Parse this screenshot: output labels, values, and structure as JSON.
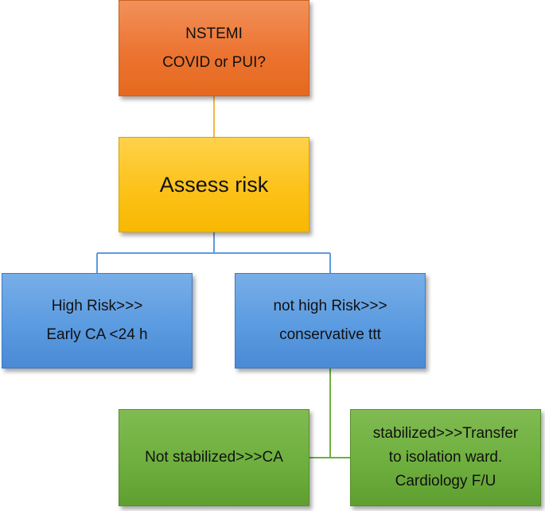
{
  "diagram": {
    "nodes": {
      "nstemi": {
        "lines": [
          "NSTEMI",
          "COVID or PUI?"
        ],
        "color": "#ec7431"
      },
      "assess": {
        "lines": [
          "Assess risk"
        ],
        "color": "#fcc21a"
      },
      "high_risk": {
        "lines": [
          "High Risk>>>",
          "Early CA <24 h"
        ],
        "color": "#5b9be0"
      },
      "not_high_risk": {
        "lines": [
          "not high Risk>>>",
          "conservative ttt"
        ],
        "color": "#5b9be0"
      },
      "not_stabilized": {
        "lines": [
          "Not stabilized>>>CA"
        ],
        "color": "#6eaf3e"
      },
      "stabilized": {
        "lines": [
          "stabilized>>>Transfer",
          "to isolation ward.",
          "Cardiology F/U"
        ],
        "color": "#6eaf3e"
      }
    },
    "edges": [
      {
        "from": "nstemi",
        "to": "assess"
      },
      {
        "from": "assess",
        "to": "high_risk"
      },
      {
        "from": "assess",
        "to": "not_high_risk"
      },
      {
        "from": "not_high_risk",
        "to": "not_stabilized"
      },
      {
        "from": "not_high_risk",
        "to": "stabilized"
      }
    ]
  }
}
